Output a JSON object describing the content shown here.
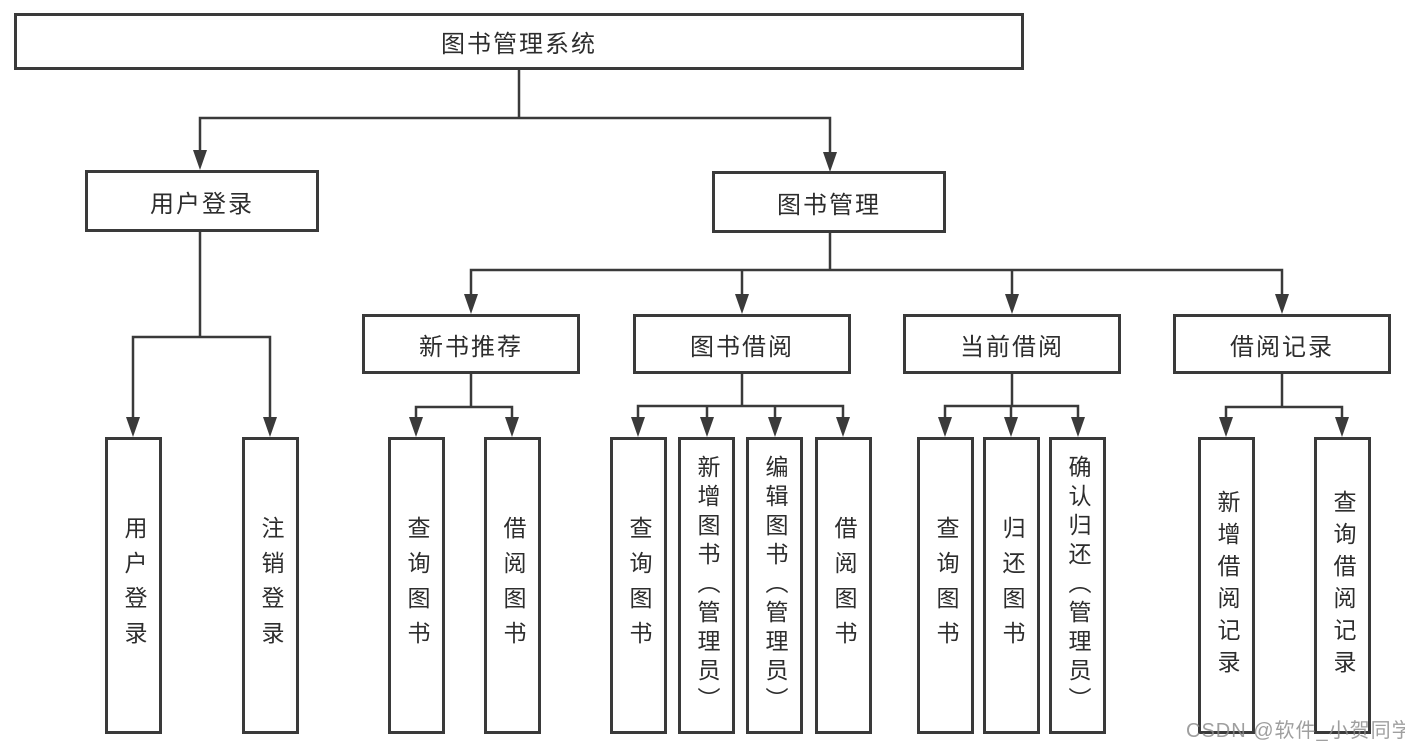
{
  "diagram_title": "图书管理系统",
  "watermark": {
    "text": "CSDN @软件_小贺同学"
  },
  "colors": {
    "line": "#3a3a3a",
    "box_border": "#3a3a3a",
    "box_fill": "#ffffff",
    "text": "#2d2d2d",
    "background": "#ffffff",
    "watermark": "#8a8a8a"
  },
  "nodes": {
    "root": {
      "label": "图书管理系统"
    },
    "user_login": {
      "label": "用户登录"
    },
    "book_mgmt": {
      "label": "图书管理"
    },
    "new_books": {
      "label": "新书推荐"
    },
    "book_borrowing": {
      "label": "图书借阅"
    },
    "current_borrowing": {
      "label": "当前借阅"
    },
    "borrow_records": {
      "label": "借阅记录"
    },
    "login": {
      "label": "用户登录"
    },
    "logout": {
      "label": "注销登录"
    },
    "nb_query_books": {
      "label": "查询图书"
    },
    "nb_borrow_books": {
      "label": "借阅图书"
    },
    "bb_query_books": {
      "label": "查询图书"
    },
    "bb_add_books": {
      "label": "新增图书（管理员）"
    },
    "bb_edit_books": {
      "label": "编辑图书（管理员）"
    },
    "bb_borrow_books": {
      "label": "借阅图书"
    },
    "cb_query_books": {
      "label": "查询图书"
    },
    "cb_return_books": {
      "label": "归还图书"
    },
    "cb_confirm_return": {
      "label": "确认归还（管理员）"
    },
    "br_add_record": {
      "label": "新增借阅记录"
    },
    "br_query_record": {
      "label": "查询借阅记录"
    }
  },
  "hierarchy_note": {
    "root": "图书管理系统",
    "children_of_root": [
      "用户登录",
      "图书管理"
    ],
    "children_of_user_login": [
      "用户登录",
      "注销登录"
    ],
    "children_of_book_mgmt": [
      "新书推荐",
      "图书借阅",
      "当前借阅",
      "借阅记录"
    ],
    "children_of_new_books": [
      "查询图书",
      "借阅图书"
    ],
    "children_of_book_borrowing": [
      "查询图书",
      "新增图书（管理员）",
      "编辑图书（管理员）",
      "借阅图书"
    ],
    "children_of_current_borrowing": [
      "查询图书",
      "归还图书",
      "确认归还（管理员）"
    ],
    "children_of_borrow_records": [
      "新增借阅记录",
      "查询借阅记录"
    ]
  }
}
